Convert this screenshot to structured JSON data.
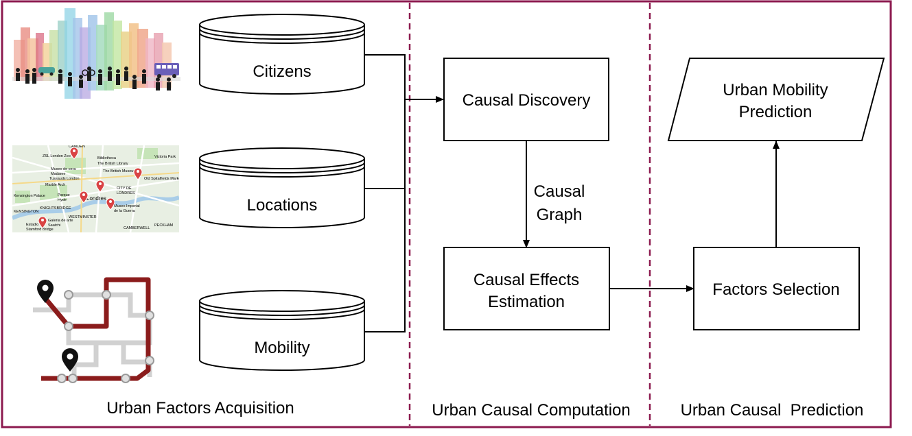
{
  "colors": {
    "frame": "#8c1a4f",
    "separator": "#8c1a4f",
    "route_red": "#8b1c1c",
    "route_gray": "#cfcfcf",
    "pin_red": "#d94343",
    "map_bg": "#e8efe3",
    "river": "#a9cde8"
  },
  "sections": {
    "acquisition": "Urban Factors Acquisition",
    "computation": "Urban Causal Computation",
    "prediction": "Urban Causal  Prediction"
  },
  "databases": {
    "citizens": "Citizens",
    "locations": "Locations",
    "mobility": "Mobility"
  },
  "boxes": {
    "discovery": "Causal Discovery",
    "effects_line1": "Causal Effects",
    "effects_line2": "Estimation",
    "selection": "Factors Selection",
    "prediction_line1": "Urban Mobility",
    "prediction_line2": "Prediction"
  },
  "edge_label": {
    "line1": "Causal",
    "line2": "Graph"
  },
  "map_labels": [
    "ZSL London Zoo",
    "Bibliotheca",
    "The British Library",
    "Victoria Park",
    "Museo de cera",
    "Madame",
    "The British Museum",
    "Tussauds London",
    "Old Spitalfields Market",
    "Marble Arch",
    "CITY DE",
    "LONDRES",
    "Kensington Palace",
    "Parque",
    "Hyde",
    "Londres",
    "Museo Imperial",
    "de la Guerra",
    "Galeria de arte",
    "Saatchi",
    "Estadio",
    "Stamford Bridge",
    "KNIGHTSBRIDGE",
    "WESTMINSTER",
    "CAMDEN",
    "PECKHAM",
    "KENSINGTON",
    "CAMBERWELL"
  ]
}
